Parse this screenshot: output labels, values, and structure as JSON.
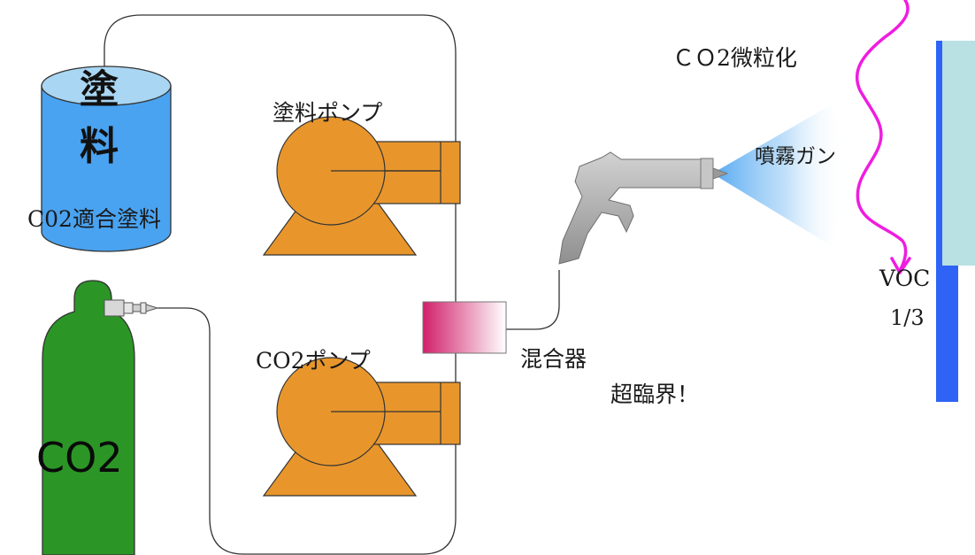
{
  "labels": {
    "paint_tank_char1": "塗",
    "paint_tank_char2": "料",
    "co2_compatible_paint": "C02適合塗料",
    "paint_pump": "塗料ポンプ",
    "co2_pump": "CO2ポンプ",
    "co2_cylinder": "CO2",
    "mixer": "混合器",
    "supercritical": "超臨界！",
    "spray_gun": "噴霧ガン",
    "co2_atomization": "ＣＯ2微粒化",
    "voc": "VOC",
    "voc_ratio": "1/3"
  },
  "colors": {
    "paint_tank_body": "#4aa3f0",
    "paint_tank_top": "#a9d6f2",
    "pump_orange": "#e8962c",
    "cylinder_green": "#2b9626",
    "mixer_gradient_start": "#d1206a",
    "spray_mist": "#4aa3f0",
    "co2_arrow": "#f01ce0",
    "panel_blue": "#2f63f5",
    "panel_light": "#b9e0e2",
    "gun_gray": "#a9a9a9"
  }
}
